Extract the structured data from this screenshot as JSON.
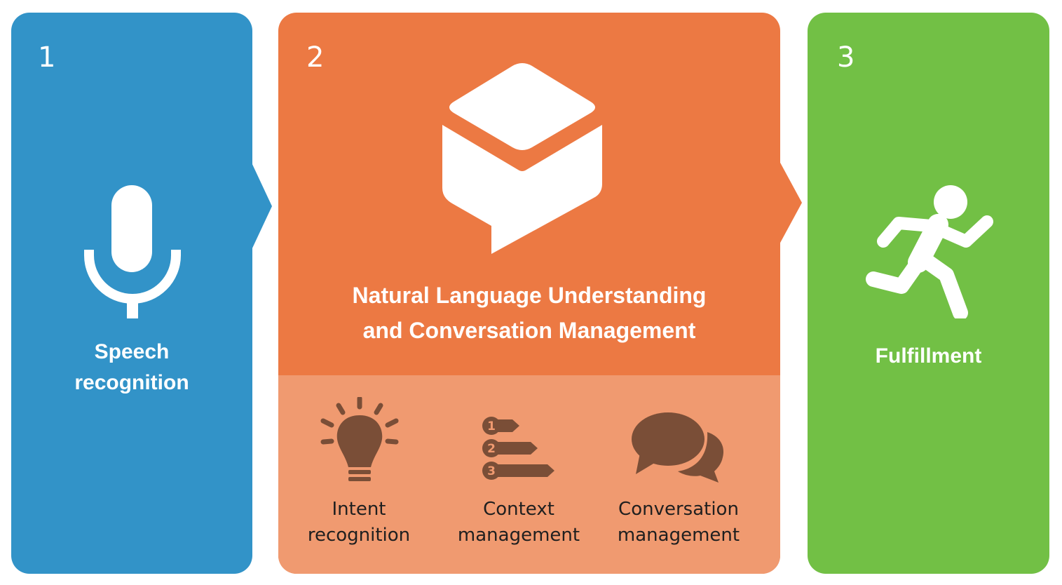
{
  "colors": {
    "stage1": "#3293C8",
    "stage2": "#EC7943",
    "stage2_sub": "#F09A70",
    "stage3": "#72C045",
    "sub_icon": "#7A4E37",
    "text_light": "#FFFFFF",
    "text_dark": "#1F1F1F"
  },
  "stages": [
    {
      "number": "1",
      "icon": "microphone-icon",
      "label_lines": [
        "Speech",
        "recognition"
      ]
    },
    {
      "number": "2",
      "icon": "chat-box-icon",
      "label_lines": [
        "Natural Language Understanding",
        "and Conversation Management"
      ]
    },
    {
      "number": "3",
      "icon": "running-person-icon",
      "label_lines": [
        "Fulfillment"
      ]
    }
  ],
  "substeps": [
    {
      "icon": "lightbulb-icon",
      "label_lines": [
        "Intent",
        "recognition"
      ]
    },
    {
      "icon": "numbered-list-icon",
      "label_lines": [
        "Context",
        "management"
      ],
      "badges": [
        "1",
        "2",
        "3"
      ]
    },
    {
      "icon": "speech-bubbles-icon",
      "label_lines": [
        "Conversation",
        "management"
      ]
    }
  ]
}
